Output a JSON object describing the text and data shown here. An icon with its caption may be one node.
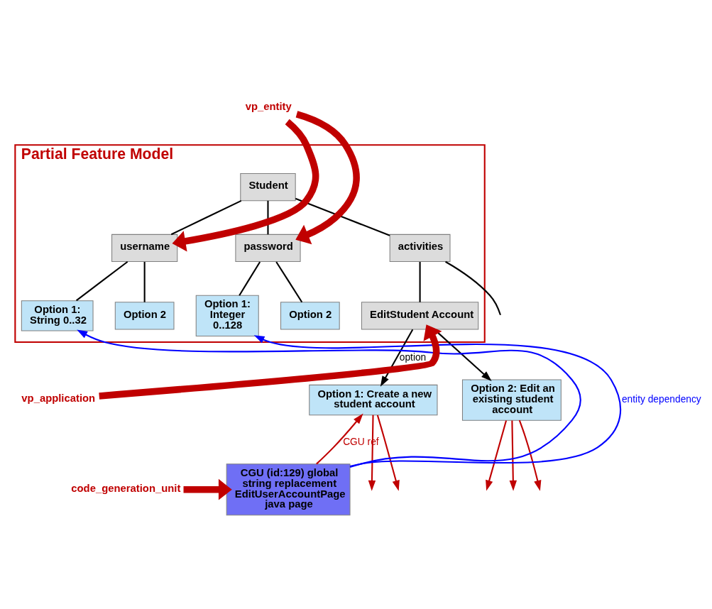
{
  "diagram": {
    "nodes": [
      {
        "text": [
          "Partial Feature Model"
        ]
      },
      {
        "text": [
          "Student"
        ],
        "in": 0
      },
      {
        "text": [
          "username"
        ],
        "in": 0
      },
      {
        "text": [
          "password"
        ],
        "in": 0
      },
      {
        "text": [
          "activities"
        ],
        "in": 0
      },
      {
        "text": [
          "Option 1: String 0..32"
        ],
        "in": 0
      },
      {
        "text": [
          "Option 2"
        ],
        "in": 0
      },
      {
        "text": [
          "Option 1: Integer 0..128"
        ],
        "in": 0
      },
      {
        "text": [
          "Option 2"
        ],
        "in": 0
      },
      {
        "text": [
          "EditStudent Account"
        ],
        "in": 0
      },
      {
        "text": [
          "Option 1: Create a new student account"
        ]
      },
      {
        "text": [
          "Option 2: Edit an existing student account"
        ]
      },
      {
        "text": [
          "CGU (id:129) global string replacement EditUserAccountPage java page"
        ]
      },
      {
        "text": [
          "vp_entity"
        ]
      },
      {
        "text": [
          "vp_application"
        ]
      },
      {
        "text": [
          "code_generation_unit"
        ]
      }
    ],
    "edges": [
      {
        "from": 1,
        "to": 2,
        "arrow": "none"
      },
      {
        "from": 1,
        "to": 3,
        "arrow": "none"
      },
      {
        "from": 1,
        "to": 4,
        "arrow": "none"
      },
      {
        "from": 2,
        "to": 5,
        "arrow": "none"
      },
      {
        "from": 2,
        "to": 6,
        "arrow": "none"
      },
      {
        "from": 3,
        "to": 7,
        "arrow": "none"
      },
      {
        "from": 3,
        "to": 8,
        "arrow": "none"
      },
      {
        "from": 4,
        "to": 9,
        "arrow": "none"
      },
      {
        "from": 4,
        "to": null,
        "arrow": "none"
      },
      {
        "from": 9,
        "to": 10,
        "arrow": "to",
        "label": "option"
      },
      {
        "from": 9,
        "to": 11,
        "arrow": "to"
      },
      {
        "from": 12,
        "to": 10,
        "arrow": "to",
        "label": "CGU ref",
        "color": "#c00000"
      },
      {
        "from": 10,
        "to": null,
        "arrow": "to",
        "color": "#c00000"
      },
      {
        "from": 10,
        "to": null,
        "arrow": "to",
        "color": "#c00000"
      },
      {
        "from": 11,
        "to": null,
        "arrow": "to",
        "color": "#c00000"
      },
      {
        "from": 11,
        "to": null,
        "arrow": "to",
        "color": "#c00000"
      },
      {
        "from": 11,
        "to": null,
        "arrow": "to",
        "color": "#c00000"
      },
      {
        "from": 12,
        "to": 5,
        "arrow": "to",
        "color": "#0000ff"
      },
      {
        "from": 12,
        "to": 7,
        "arrow": "to",
        "label": "entity dependency",
        "color": "#0000ff"
      },
      {
        "from": 13,
        "to": 2,
        "arrow": "to",
        "style": "thick",
        "color": "#c00000"
      },
      {
        "from": 13,
        "to": 3,
        "arrow": "to",
        "style": "thick",
        "color": "#c00000"
      },
      {
        "from": 14,
        "to": 9,
        "arrow": "to",
        "style": "thick",
        "color": "#c00000"
      },
      {
        "from": 15,
        "to": 12,
        "arrow": "to",
        "style": "thick",
        "color": "#c00000"
      }
    ]
  }
}
